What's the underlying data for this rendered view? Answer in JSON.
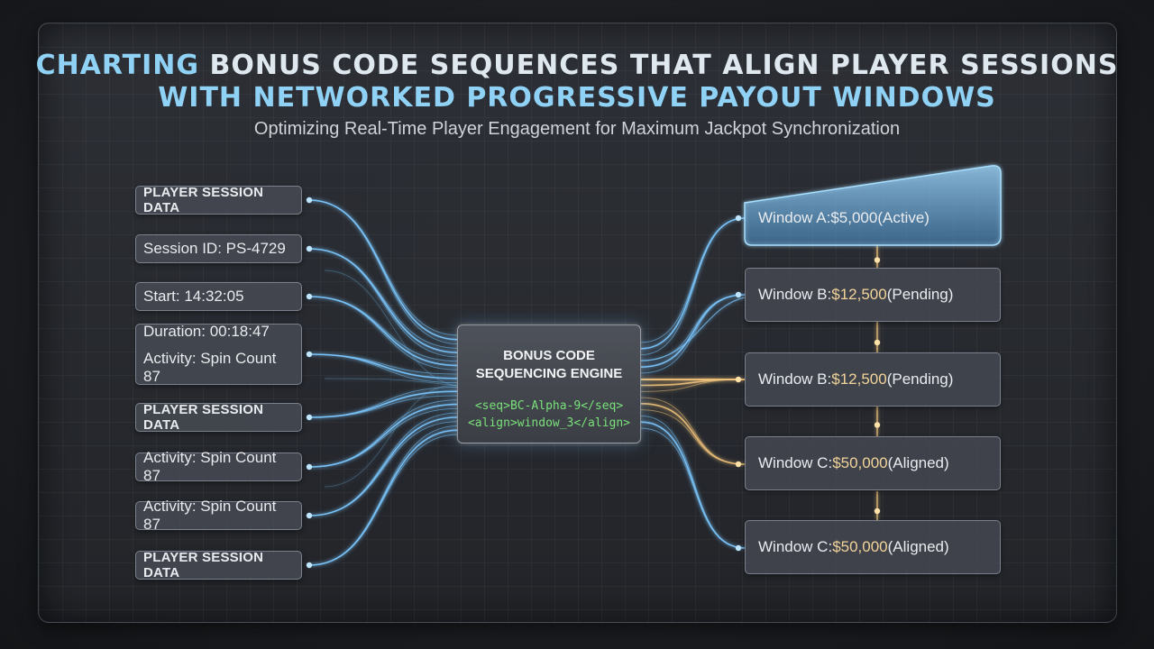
{
  "title": {
    "line1_highlight": "CHARTING",
    "line1_rest": " BONUS CODE SEQUENCES THAT ALIGN PLAYER SESSIONS",
    "line2": "WITH NETWORKED PROGRESSIVE PAYOUT WINDOWS"
  },
  "subtitle": "Optimizing Real-Time Player Engagement for Maximum Jackpot Synchronization",
  "left_items": [
    {
      "text": "PLAYER SESSION DATA"
    },
    {
      "text": "Session ID: PS-4729"
    },
    {
      "text": "Start: 14:32:05"
    },
    {
      "text": "Duration: 00:18:47",
      "text2": "Activity: Spin Count 87"
    },
    {
      "text": "PLAYER SESSION DATA"
    },
    {
      "text": "Activity: Spin Count 87"
    },
    {
      "text": "Activity: Spin Count 87"
    },
    {
      "text": "PLAYER SESSION DATA"
    }
  ],
  "engine": {
    "title_line1": "BONUS CODE",
    "title_line2": "SEQUENCING ENGINE",
    "code_line1": "<seq>BC-Alpha-9</seq>",
    "code_line2": "<align>window_3</align>"
  },
  "right_items": [
    {
      "label": "Window A: ",
      "amount": "$5,000",
      "status": " (Active)"
    },
    {
      "label": "Window B: ",
      "amount": "$12,500",
      "status": " (Pending)"
    },
    {
      "label": "Window B: ",
      "amount": "$12,500",
      "status": " (Pending)"
    },
    {
      "label": "Window C: ",
      "amount": "$50,000",
      "status": " (Aligned)"
    },
    {
      "label": "Window C: ",
      "amount": "$50,000",
      "status": " (Aligned)"
    }
  ],
  "colors": {
    "wire_blue": "#7cc8ff",
    "wire_gold": "#f0c27a",
    "title_highlight": "#8fd2f5",
    "code_green": "#79e07a"
  }
}
